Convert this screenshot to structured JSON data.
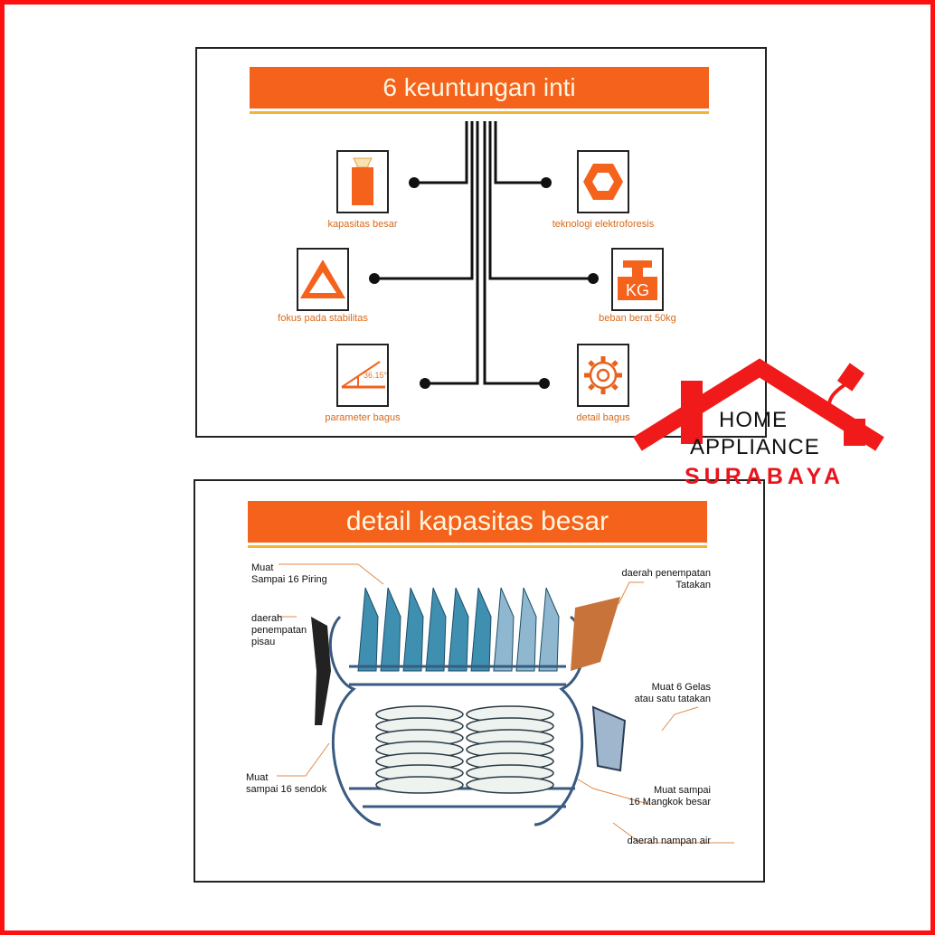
{
  "panel_benefits": {
    "title": "6 keuntungan inti",
    "items": [
      {
        "icon": "bottle-icon",
        "label": "kapasitas besar"
      },
      {
        "icon": "hexagon-icon",
        "label": "teknologi elektroforesis"
      },
      {
        "icon": "triangle-icon",
        "label": "fokus pada stabilitas"
      },
      {
        "icon": "kg-weight-icon",
        "label": "beban berat 50kg",
        "glyph": "KG"
      },
      {
        "icon": "angle-icon",
        "label": "parameter bagus",
        "angle_text": "36.15°"
      },
      {
        "icon": "gear-icon",
        "label": "detail bagus"
      }
    ]
  },
  "panel_capacity": {
    "title": "detail kapasitas besar",
    "callouts": [
      "Muat\nSampai 16 Piring",
      "daerah penempatan\nTatakan",
      "daerah\npenempatan\npisau",
      "Muat 6 Gelas\natau satu tatakan",
      "Muat\nsampai 16 sendok",
      "Muat sampai\n16 Mangkok besar",
      "daerah nampan air"
    ]
  },
  "logo": {
    "line1": "HOME",
    "line2": "APPLIANCE",
    "line3": "SURABAYA",
    "colors": {
      "red": "#e8141c",
      "text": "#111111"
    }
  },
  "colors": {
    "banner": "#f4621c",
    "accent_line": "#f2b431",
    "label": "#d86a1c",
    "border": "#ff1010"
  }
}
